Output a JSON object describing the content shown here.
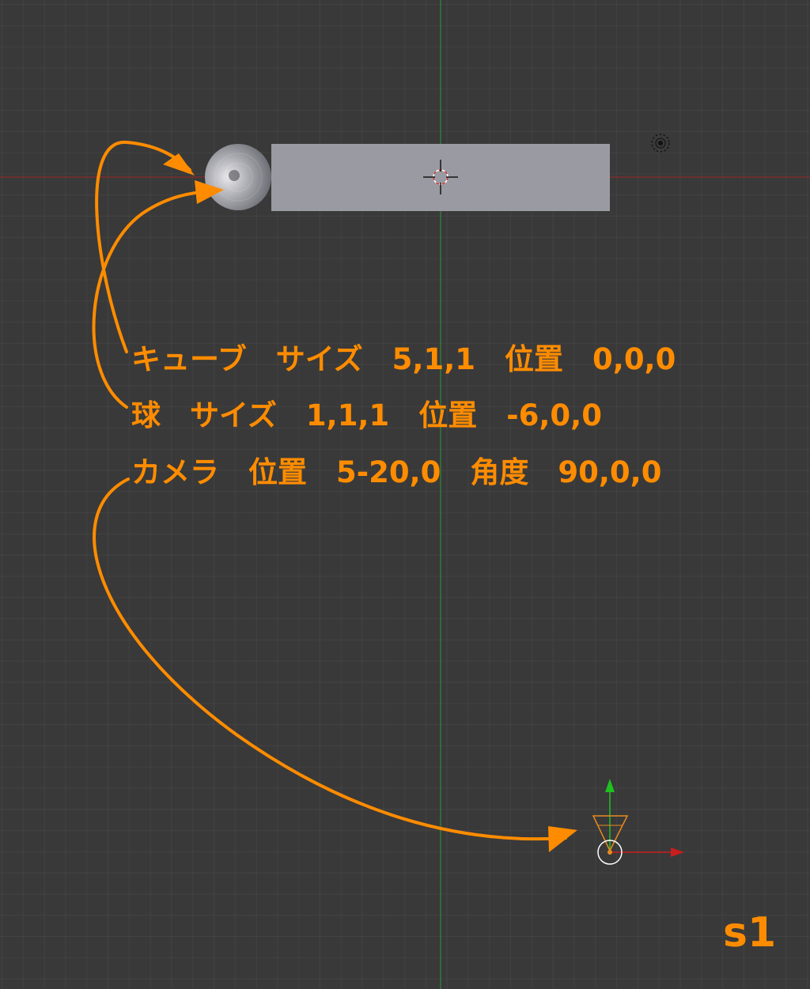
{
  "viewport": {
    "background_color": "#393939",
    "grid": "on",
    "x_axis_color": "#a02828",
    "y_axis_color": "#2f9a2f"
  },
  "objects": {
    "cube": {
      "color": "#9a9ba2"
    },
    "sphere": {
      "color": "#8a8a92"
    },
    "lamp": {
      "icon": "lamp-icon"
    },
    "camera": {
      "icon": "camera-icon",
      "outline_color": "#e88a20"
    },
    "cursor": {
      "icon": "3d-cursor-icon"
    }
  },
  "annotations": {
    "accent_color": "#ff8c00",
    "cube_line": "キューブ　サイズ　5,1,1　位置　0,0,0",
    "sphere_line": "球　サイズ　1,1,1　位置　-6,0,0",
    "camera_line": "カメラ　位置　5-20,0　角度　90,0,0",
    "scene_label": "s1"
  }
}
